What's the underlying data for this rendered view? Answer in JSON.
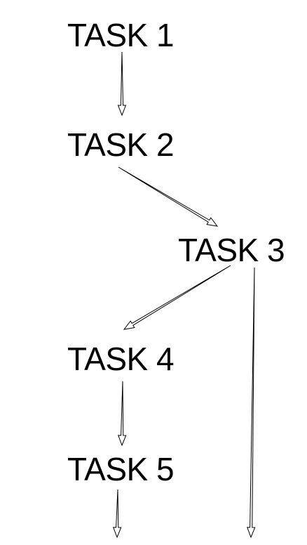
{
  "nodes": [
    {
      "id": "task-1",
      "label": "TASK 1"
    },
    {
      "id": "task-2",
      "label": "TASK 2"
    },
    {
      "id": "task-3",
      "label": "TASK 3"
    },
    {
      "id": "task-4",
      "label": "TASK 4"
    },
    {
      "id": "task-5",
      "label": "TASK 5"
    }
  ],
  "edges": [
    {
      "from": "task-1",
      "to": "task-2"
    },
    {
      "from": "task-2",
      "to": "task-3"
    },
    {
      "from": "task-3",
      "to": "task-4"
    },
    {
      "from": "task-4",
      "to": "task-5"
    },
    {
      "from": "task-5",
      "to": ""
    },
    {
      "from": "task-3",
      "to": ""
    }
  ],
  "colors": {
    "text": "#000000",
    "arrow": "#000000",
    "background": "#ffffff"
  }
}
